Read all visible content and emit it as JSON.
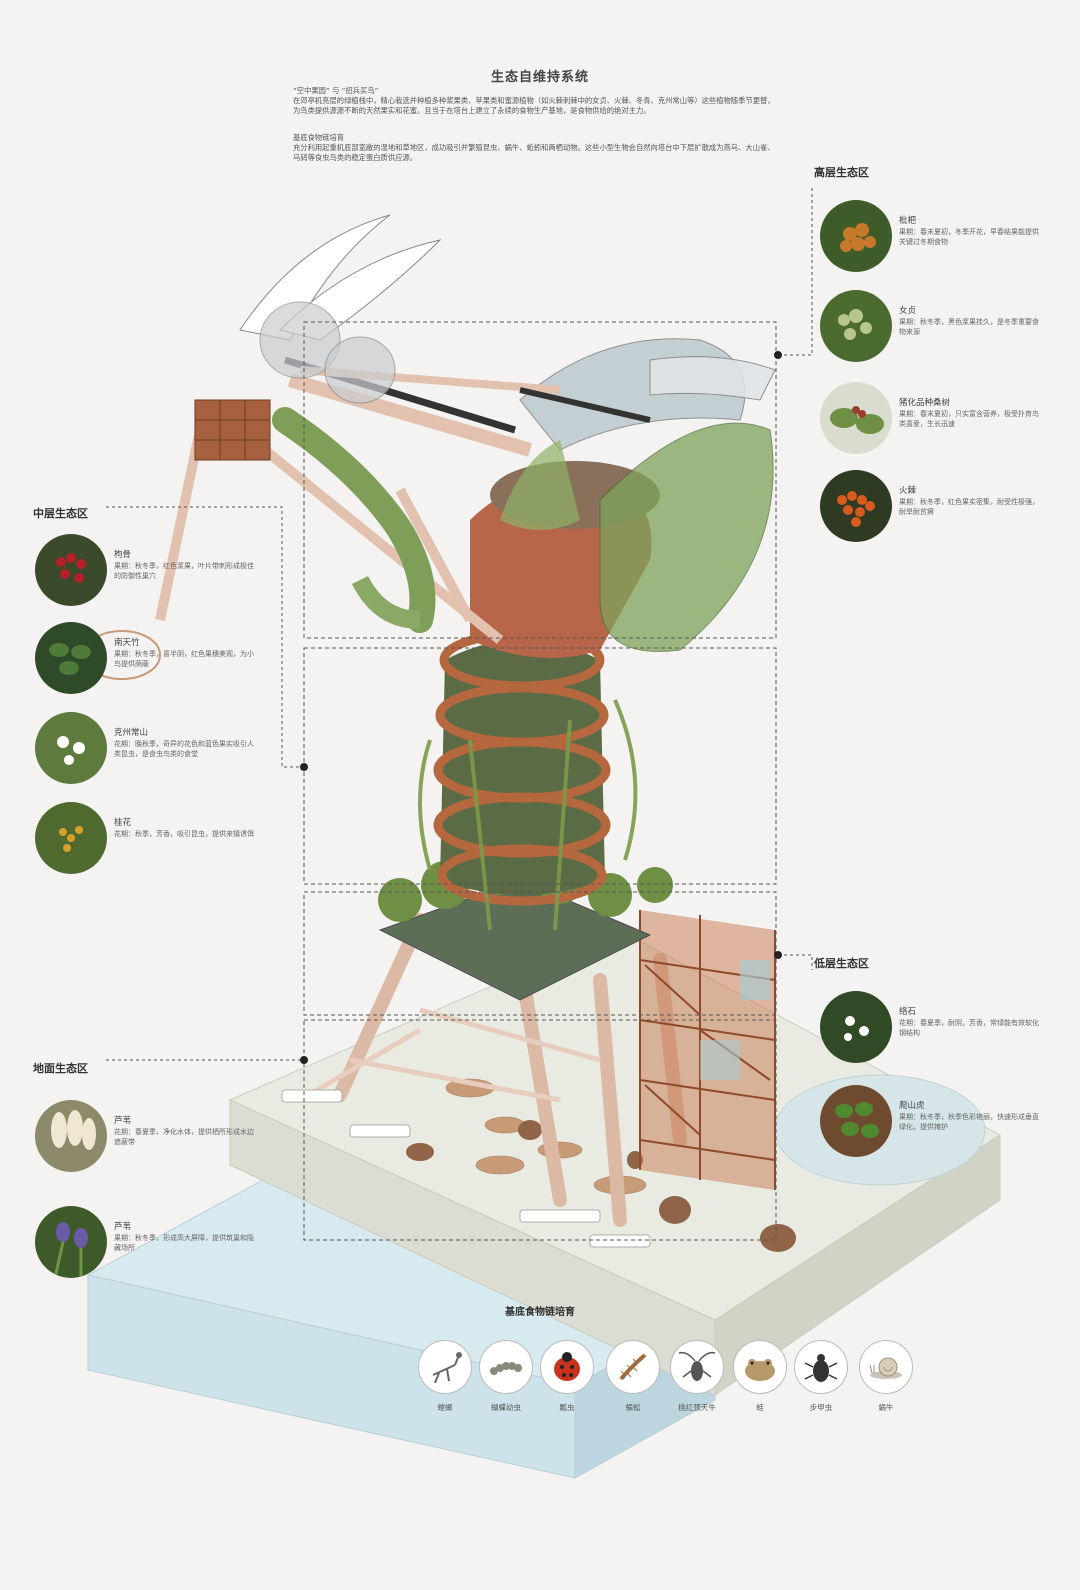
{
  "title": "生态自维持系统",
  "intro": {
    "heading1": "“空中果园” 与 “招兵买鸟”",
    "para1": "在郊亭机亮层的绿植栈中，精心栽选并种植多种浆果类、苹果类和蜜源植物（如火棘刺棘中的女贞、火棘、冬青、克州常山等）这些植物随季节更替，为鸟类提供源源不断的天然果实和花蜜。且当于在塔台上建立了永续的食物生产基地，是食物供给的绝对主力。",
    "heading2": "基底食物链培育",
    "para2": "充分利用起重机底部宽敞的湿地和草地区，成功吸引并繁殖昆虫、蜗牛、蚯蚓和两栖动物。这些小型生物会自然向塔台中下层扩散成为燕乌、大山雀、乌鸫等食虫鸟类的稳定蛋白质供应源。"
  },
  "zones": {
    "high": "高层生态区",
    "middle": "中层生态区",
    "low": "低层生态区",
    "ground": "地面生态区"
  },
  "plants": {
    "high": [
      {
        "name": "枇杷",
        "desc": "果期：春末夏初，冬季开花，早春结果能提供关键过冬期食物",
        "color": "#c8782a"
      },
      {
        "name": "女贞",
        "desc": "果期：秋冬季，黑色浆果挂久，是冬季重要食物来源",
        "color": "#7f9a45"
      },
      {
        "name": "猪化品种桑树",
        "desc": "果期：春末夏初，只实富含营养，极受扑育鸟类喜爱，生长迅速",
        "color": "#9a4030"
      },
      {
        "name": "火棘",
        "desc": "果期：秋冬季，红色果实密集，耐受性极强，耐旱耐贫瘠",
        "color": "#d85a1e"
      }
    ],
    "middle": [
      {
        "name": "枸骨",
        "desc": "果期：秋冬季，红色浆果，叶片带刺形成极佳的防御性巢穴",
        "color": "#b5202a"
      },
      {
        "name": "南天竹",
        "desc": "果期：秋冬季，喜半阴，红色果穗美观，为小鸟提供荫蔽",
        "color": "#3e6a3a"
      },
      {
        "name": "克州常山",
        "desc": "花期：晚秋季，奇异的花色和蓝色果实吸引人类昆虫，是食虫鸟类的食堂",
        "color": "#e8efe0"
      },
      {
        "name": "桂花",
        "desc": "花期：秋季，芳香，吸引昆虫，提供来镇诱饵",
        "color": "#d8a02a"
      }
    ],
    "low": [
      {
        "name": "络石",
        "desc": "花期：春夏季，耐阴，芳香，常绿能有效软化钢结构",
        "color": "#ffffff"
      },
      {
        "name": "爬山虎",
        "desc": "果期：秋冬季，秋季色彩艳丽，快速形成垂直绿化，提供掩护",
        "color": "#4f8a30"
      }
    ],
    "ground": [
      {
        "name": "芦苇",
        "desc": "花期：春夏季，净化水体，提供栖所形成水边遮蔽带",
        "color": "#c9b58e"
      },
      {
        "name": "芦苇",
        "desc": "果期：秋冬季，形成高大屏障，提供筑巢和隐藏场所",
        "color": "#6a5aa8"
      }
    ]
  },
  "food_chain": {
    "title": "基底食物链培育",
    "items": [
      {
        "label": "螳螂",
        "icon": "mantis-icon"
      },
      {
        "label": "蝴蝶幼虫",
        "icon": "caterpillar-icon"
      },
      {
        "label": "瓢虫",
        "icon": "ladybug-icon"
      },
      {
        "label": "蜈蚣",
        "icon": "centipede-icon"
      },
      {
        "label": "桃红颈天牛",
        "icon": "longhorn-beetle-icon"
      },
      {
        "label": "蛙",
        "icon": "frog-icon"
      },
      {
        "label": "步甲虫",
        "icon": "ground-beetle-icon"
      },
      {
        "label": "蜗牛",
        "icon": "snail-icon"
      }
    ]
  },
  "colors": {
    "water": "#cfe4ea",
    "ground": "#e8e9df",
    "crane": "#e6c7b5",
    "vegetation": "#6f9a45",
    "rust": "#a45a34"
  }
}
